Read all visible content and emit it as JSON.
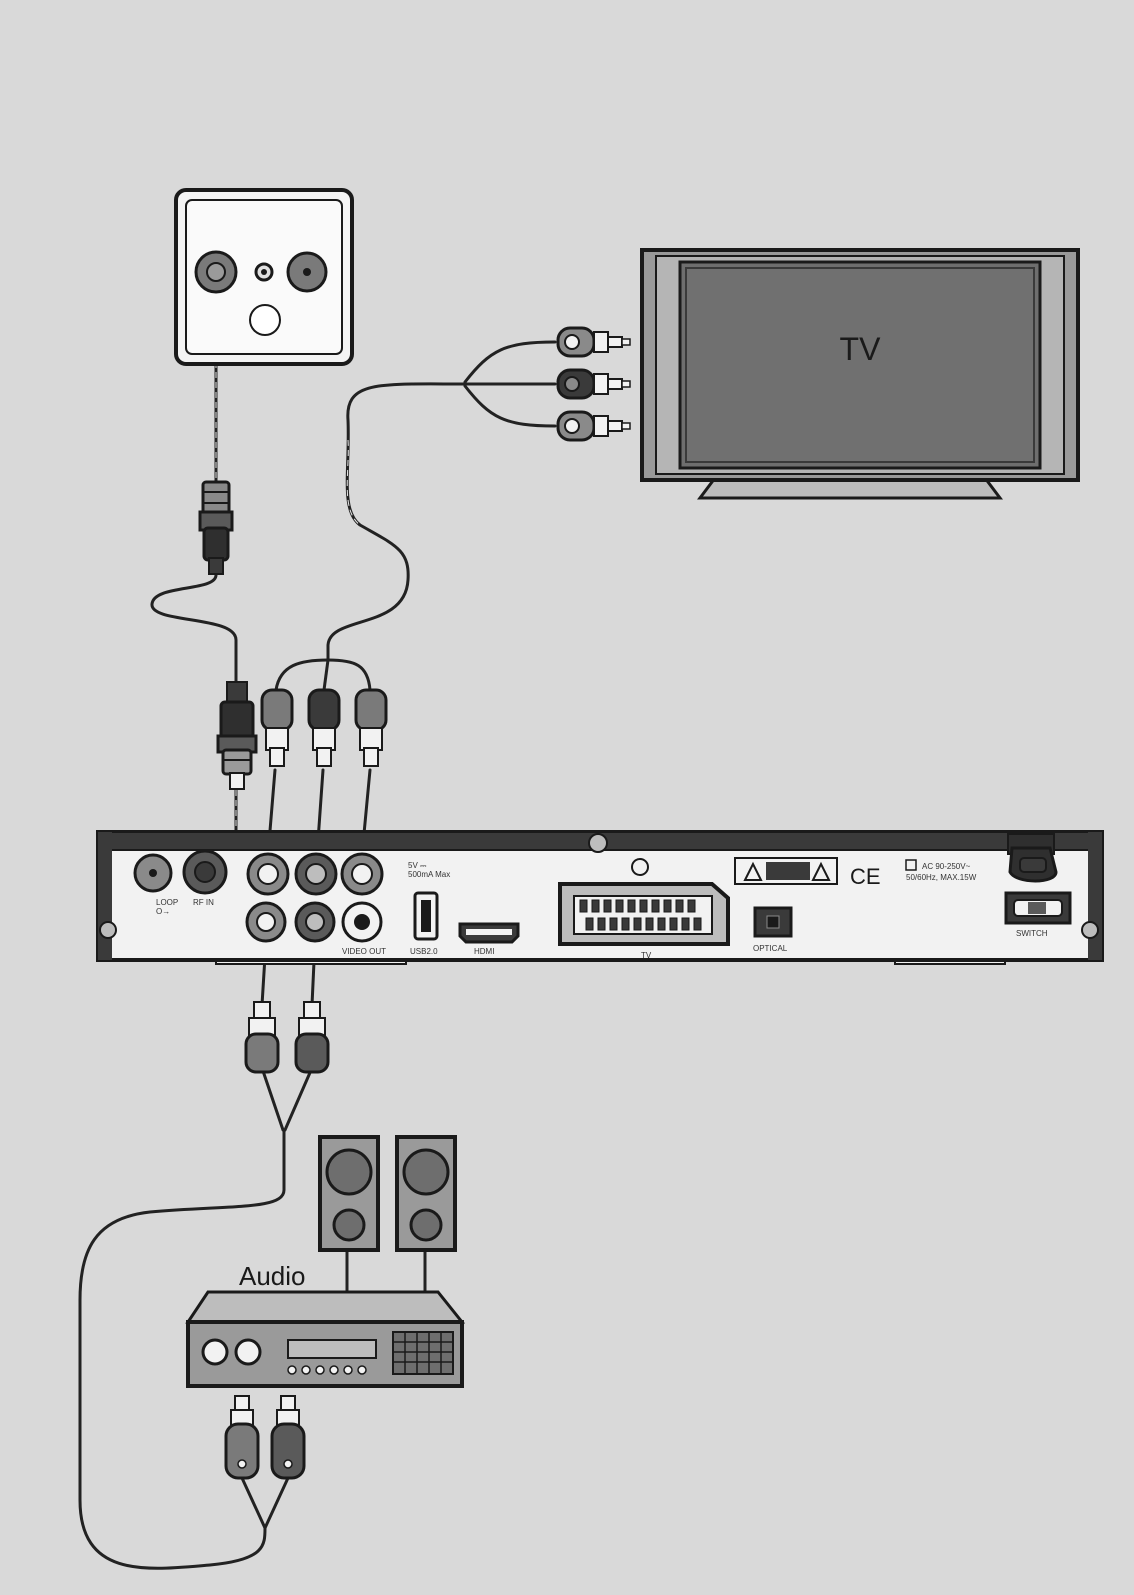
{
  "labels": {
    "tv": "TV",
    "audio": "Audio",
    "loop": "LOOP",
    "loop2": "O→",
    "rf_in": "RF IN",
    "video_out": "VIDEO OUT",
    "usb": "USB2.0",
    "usb_note1": "5V ⎓",
    "usb_note2": "500mA Max",
    "hdmi": "HDMI",
    "scart_tv": "TV",
    "optical": "OPTICAL",
    "switch": "SWITCH",
    "power1": "AC 90-250V~",
    "power2": "50/60Hz, MAX.15W",
    "ce": "CE"
  },
  "colors": {
    "background": "#d9d9d9",
    "device_body": "#f2f2f2",
    "outline": "#1a1a1a",
    "cable": "#222222",
    "tv_screen": "#6e6e6e",
    "plug_dark": "#3a3a3a",
    "plug_gray": "#7a7a7a"
  },
  "icons": {
    "antenna_wall_socket": "antenna-socket-icon",
    "tv": "tv-icon",
    "receiver": "receiver-icon",
    "speaker": "speaker-icon",
    "amplifier": "amplifier-icon"
  }
}
